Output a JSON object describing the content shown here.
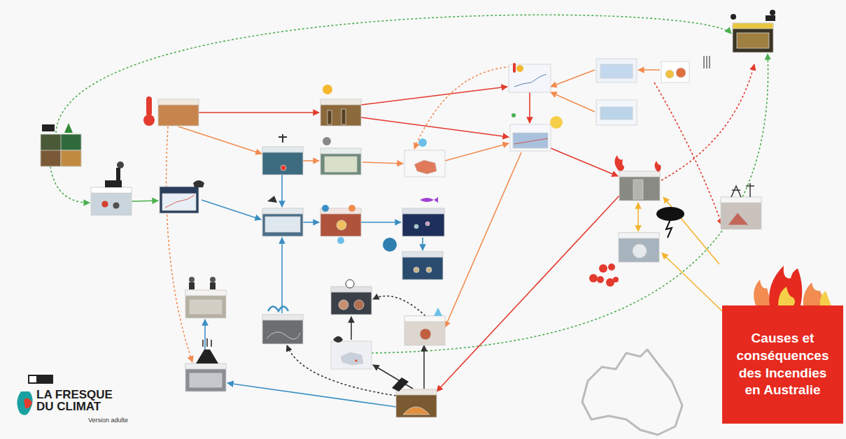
{
  "diagram": {
    "nodes": [
      {
        "text": [
          "Causes et conséquences des Incendies en Australie"
        ]
      }
    ],
    "labels": [
      "LA FRESQUE DU CLIMAT",
      "Version adulte"
    ]
  }
}
